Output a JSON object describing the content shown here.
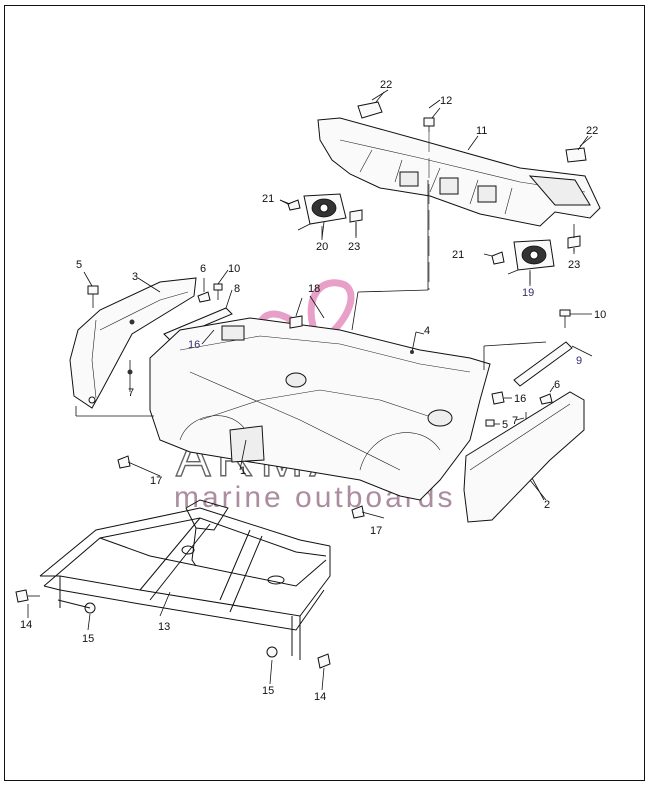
{
  "callouts": {
    "c1": "1",
    "c2": "2",
    "c3": "3",
    "c4": "4",
    "c5a": "5",
    "c5b": "5",
    "c6a": "6",
    "c6b": "6",
    "c7a": "7",
    "c7b": "7",
    "c8": "8",
    "c9": "9",
    "c10a": "10",
    "c10b": "10",
    "c11": "11",
    "c12": "12",
    "c13": "13",
    "c14a": "14",
    "c14b": "14",
    "c15a": "15",
    "c15b": "15",
    "c16a": "16",
    "c16b": "16",
    "c17a": "17",
    "c17b": "17",
    "c18": "18",
    "c19": "19",
    "c20": "20",
    "c21a": "21",
    "c21b": "21",
    "c22a": "22",
    "c22b": "22",
    "c23a": "23",
    "c23b": "23"
  },
  "watermark": {
    "title": "ARMADA",
    "subtitle": "marine outboards",
    "accent_color": "#e58fbf"
  }
}
